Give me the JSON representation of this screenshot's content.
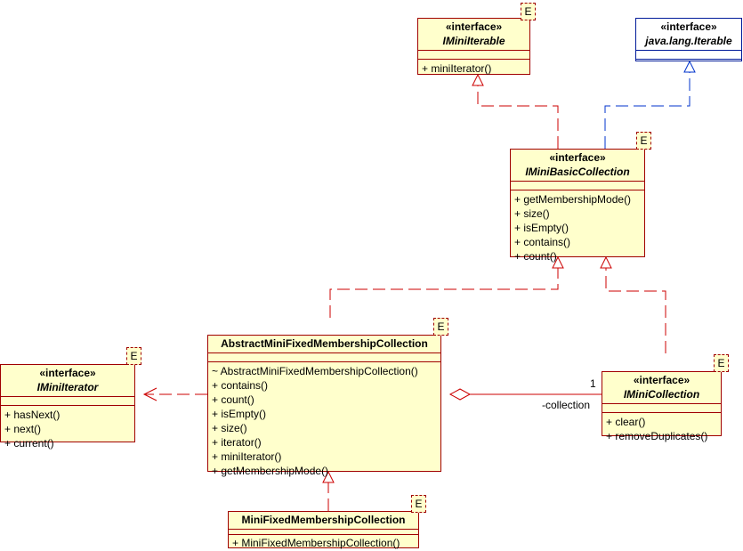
{
  "classes": {
    "iminiiterable": {
      "stereotype": "«interface»",
      "name": "IMiniIterable",
      "badge": "E",
      "fields": [],
      "methods": [
        "+ miniIterator()"
      ]
    },
    "java_iterable": {
      "stereotype": "«interface»",
      "name": "java.lang.Iterable",
      "fields": [],
      "methods": []
    },
    "iminibasiccollection": {
      "stereotype": "«interface»",
      "name": "IMiniBasicCollection",
      "badge": "E",
      "fields": [],
      "methods": [
        "+ getMembershipMode()",
        "+ size()",
        "+ isEmpty()",
        "+ contains()",
        "+ count()"
      ]
    },
    "abstractcollection": {
      "name": "AbstractMiniFixedMembershipCollection",
      "badge": "E",
      "fields": [],
      "methods": [
        "~ AbstractMiniFixedMembershipCollection()",
        "+ contains()",
        "+ count()",
        "+ isEmpty()",
        "+ size()",
        "+ iterator()",
        "+ miniIterator()",
        "+ getMembershipMode()"
      ]
    },
    "iminiiterator": {
      "stereotype": "«interface»",
      "name": "IMiniIterator",
      "badge": "E",
      "fields": [],
      "methods": [
        "+ hasNext()",
        "+ next()",
        "+ current()"
      ]
    },
    "iminicollection": {
      "stereotype": "«interface»",
      "name": "IMiniCollection",
      "badge": "E",
      "fields": [],
      "methods": [
        "+ clear()",
        "+ removeDuplicates()"
      ]
    },
    "minifixedcollection": {
      "name": "MiniFixedMembershipCollection",
      "badge": "E",
      "fields": [],
      "methods": [
        "+ MiniFixedMembershipCollection()"
      ]
    }
  },
  "association": {
    "multiplicity": "1",
    "role": "-collection"
  },
  "colors": {
    "class_fill": "#ffffcc",
    "class_border": "#a00000",
    "java_border": "#001a99",
    "link_red": "#cc0000",
    "link_blue": "#0033cc"
  }
}
